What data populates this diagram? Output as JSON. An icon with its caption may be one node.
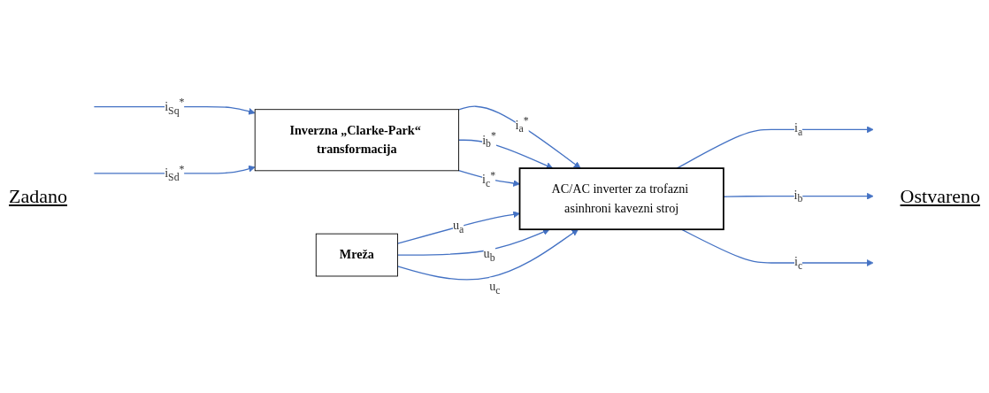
{
  "diagram": {
    "nodes": [
      {
        "text": [
          "Mreža"
        ]
      },
      {
        "text": [
          "Inverzna „Clarke-Park“ transformacija"
        ]
      },
      {
        "text": [
          "AC/AC inverter za trofazni asinhroni kavezni stroj"
        ]
      }
    ],
    "edges": [
      {
        "from": null,
        "to": 1,
        "arrow": "to",
        "label": "i$_{Sq}$$^{*}$"
      },
      {
        "from": null,
        "to": 1,
        "arrow": "to",
        "label": "i$_{Sd}$$^{*}$"
      },
      {
        "from": 1,
        "to": 2,
        "arrow": "to",
        "label": "i$_{a}$$^{*}$"
      },
      {
        "from": 1,
        "to": 2,
        "arrow": "to",
        "label": "i$_{b}$$^{*}$"
      },
      {
        "from": 1,
        "to": 2,
        "arrow": "to",
        "label": "i$_{c}$$^{*}$"
      },
      {
        "from": 0,
        "to": 2,
        "arrow": "to",
        "label": "u$_{a}$"
      },
      {
        "from": 0,
        "to": 2,
        "arrow": "to",
        "label": "u$_{b}$"
      },
      {
        "from": 0,
        "to": 2,
        "arrow": "to",
        "label": "u$_{c}$"
      },
      {
        "from": 2,
        "to": null,
        "arrow": "to",
        "label": "i$_{a}$"
      },
      {
        "from": 2,
        "to": null,
        "arrow": "to",
        "label": "i$_{b}$"
      },
      {
        "from": 2,
        "to": null,
        "arrow": "to",
        "label": "i$_{c}$"
      }
    ],
    "labels": [
      "Zadano",
      "Ostvareno"
    ]
  }
}
